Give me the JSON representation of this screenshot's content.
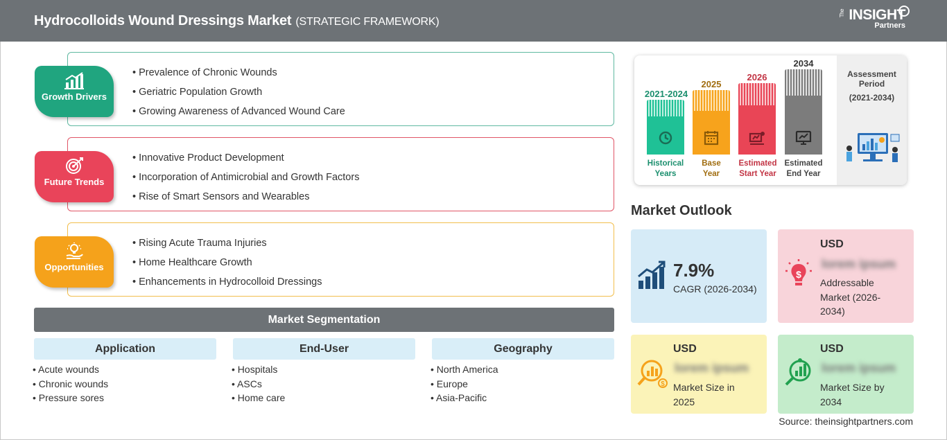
{
  "header": {
    "title": "Hydrocolloids Wound Dressings Market",
    "subtitle": "(STRATEGIC FRAMEWORK)",
    "logo_the": "The",
    "logo_main": "INSIGHT",
    "logo_partners": "Partners"
  },
  "framework": [
    {
      "label": "Growth Drivers",
      "color": "#20a57f",
      "border": "#5fb8a0",
      "icon": "growth-chart-icon",
      "items": [
        "Prevalence of Chronic Wounds",
        "Geriatric Population Growth",
        "Growing Awareness of Advanced Wound Care"
      ]
    },
    {
      "label": "Future Trends",
      "color": "#e9445a",
      "border": "#e05566",
      "icon": "target-icon",
      "items": [
        "Innovative Product Development",
        "Incorporation of Antimicrobial and Growth Factors",
        "Rise of Smart Sensors and Wearables"
      ]
    },
    {
      "label": "Opportunities",
      "color": "#f5a21b",
      "border": "#f2be4c",
      "icon": "lightbulb-hand-icon",
      "items": [
        "Rising Acute Trauma Injuries",
        "Home Healthcare Growth",
        "Enhancements in Hydrocolloid Dressings"
      ]
    }
  ],
  "segmentation": {
    "title": "Market Segmentation",
    "groups": [
      {
        "head": "Application",
        "items": [
          "Acute wounds",
          "Chronic wounds",
          "Pressure sores"
        ]
      },
      {
        "head": "End-User",
        "items": [
          "Hospitals",
          "ASCs",
          "Home care"
        ]
      },
      {
        "head": "Geography",
        "items": [
          "North America",
          "Europe",
          "Asia-Pacific"
        ]
      }
    ]
  },
  "timeline": {
    "columns": [
      {
        "year": "2021-2024",
        "label1": "Historical",
        "label2": "Years",
        "color": "#1fc196",
        "label_color": "#1b8f6e",
        "icon": "history-icon"
      },
      {
        "year": "2025",
        "label1": "Base",
        "label2": "Year",
        "color": "#f7a31c",
        "label_color": "#a06d10",
        "icon": "calendar-icon"
      },
      {
        "year": "2026",
        "label1": "Estimated",
        "label2": "Start Year",
        "color": "#e94556",
        "label_color": "#c23444",
        "icon": "presentation-icon"
      },
      {
        "year": "2034",
        "label1": "Estimated",
        "label2": "End Year",
        "color": "#7c7c7c",
        "label_color": "#444444",
        "icon": "monitor-icon"
      }
    ],
    "assessment_label": "Assessment Period",
    "assessment_range": "(2021-2034)"
  },
  "outlook": {
    "title": "Market Outlook",
    "cagr_value": "7.9%",
    "cagr_label": "CAGR (2026-2034)",
    "addressable_usd": "USD",
    "addressable_value": "lorem ipsum",
    "addressable_label": "Addressable Market (2026-2034)",
    "size2025_usd": "USD",
    "size2025_value": "lorem ipsum",
    "size2025_label": "Market Size in 2025",
    "size2034_usd": "USD",
    "size2034_value": "lorem ipsum",
    "size2034_label": "Market Size by 2034"
  },
  "source": "Source: theinsightpartners.com"
}
